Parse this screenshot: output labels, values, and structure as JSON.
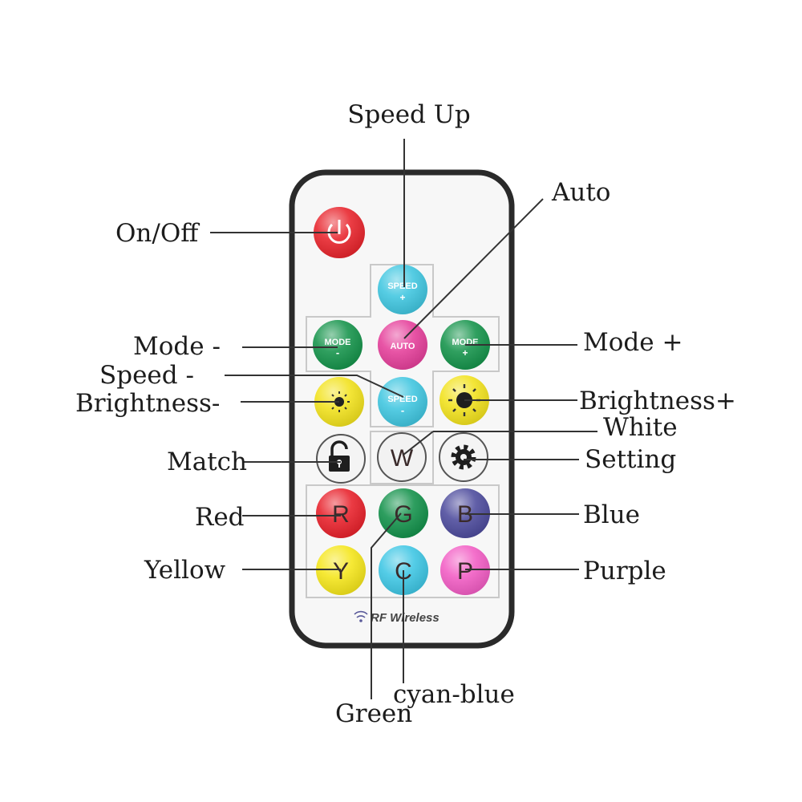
{
  "labels": {
    "speed_up": "Speed Up",
    "auto": "Auto",
    "on_off": "On/Off",
    "mode_minus": "Mode -",
    "mode_plus": "Mode +",
    "speed_minus": "Speed -",
    "brightness_minus": "Brightness-",
    "brightness_plus": "Brightness+",
    "white": "White",
    "match": "Match",
    "setting": "Setting",
    "red": "Red",
    "blue": "Blue",
    "yellow": "Yellow",
    "purple": "Purple",
    "cyan_blue": "cyan-blue",
    "green": "Green"
  },
  "buttons": {
    "speed_up": {
      "line1": "SPEED",
      "line2": "+"
    },
    "mode_minus": {
      "line1": "MODE",
      "line2": "-"
    },
    "auto": {
      "line1": "AUTO"
    },
    "mode_plus": {
      "line1": "MODE",
      "line2": "+"
    },
    "speed_minus": {
      "line1": "SPEED",
      "line2": "-"
    },
    "white": "W",
    "red": "R",
    "green": "G",
    "blue": "B",
    "yellow": "Y",
    "cyan": "C",
    "purple": "P"
  },
  "remote": {
    "footer": "RF Wireless"
  },
  "icons": {
    "power": "power-icon",
    "sun_small": "sun-small-icon",
    "sun_large": "sun-large-icon",
    "lock": "lock-icon",
    "gear": "gear-icon",
    "wifi": "wifi-icon"
  },
  "colors": {
    "power_red": "#e8232b",
    "speed_cyan": "#3fc6e0",
    "mode_green": "#14934a",
    "auto_pink": "#e53e9a",
    "sun_yellow": "#f2e21c",
    "white_btn": "#f2f2f2",
    "red_btn": "#e8202a",
    "green_btn": "#12914a",
    "blue_btn": "#4c4a9c",
    "yellow_btn": "#f5e61a",
    "cyan_btn": "#3dc6e4",
    "purple_btn": "#f25cc4"
  }
}
